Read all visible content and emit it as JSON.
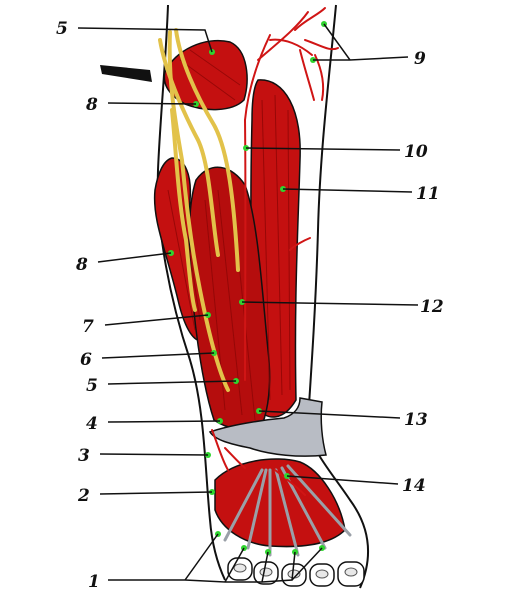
{
  "colors": {
    "muscle": "#c41010",
    "muscle_dark": "#8a0505",
    "nerve": "#e2c24a",
    "outline": "#111111",
    "tendon": "#b8bcc4",
    "marker": "#2fd52f"
  },
  "labels": [
    {
      "id": "label-5-top",
      "text": "5"
    },
    {
      "id": "label-8-top",
      "text": "8"
    },
    {
      "id": "label-9",
      "text": "9"
    },
    {
      "id": "label-10",
      "text": "10"
    },
    {
      "id": "label-11",
      "text": "11"
    },
    {
      "id": "label-8-mid",
      "text": "8"
    },
    {
      "id": "label-12",
      "text": "12"
    },
    {
      "id": "label-7",
      "text": "7"
    },
    {
      "id": "label-6",
      "text": "6"
    },
    {
      "id": "label-5-mid",
      "text": "5"
    },
    {
      "id": "label-4",
      "text": "4"
    },
    {
      "id": "label-13",
      "text": "13"
    },
    {
      "id": "label-3",
      "text": "3"
    },
    {
      "id": "label-14",
      "text": "14"
    },
    {
      "id": "label-2",
      "text": "2"
    },
    {
      "id": "label-1",
      "text": "1"
    }
  ]
}
